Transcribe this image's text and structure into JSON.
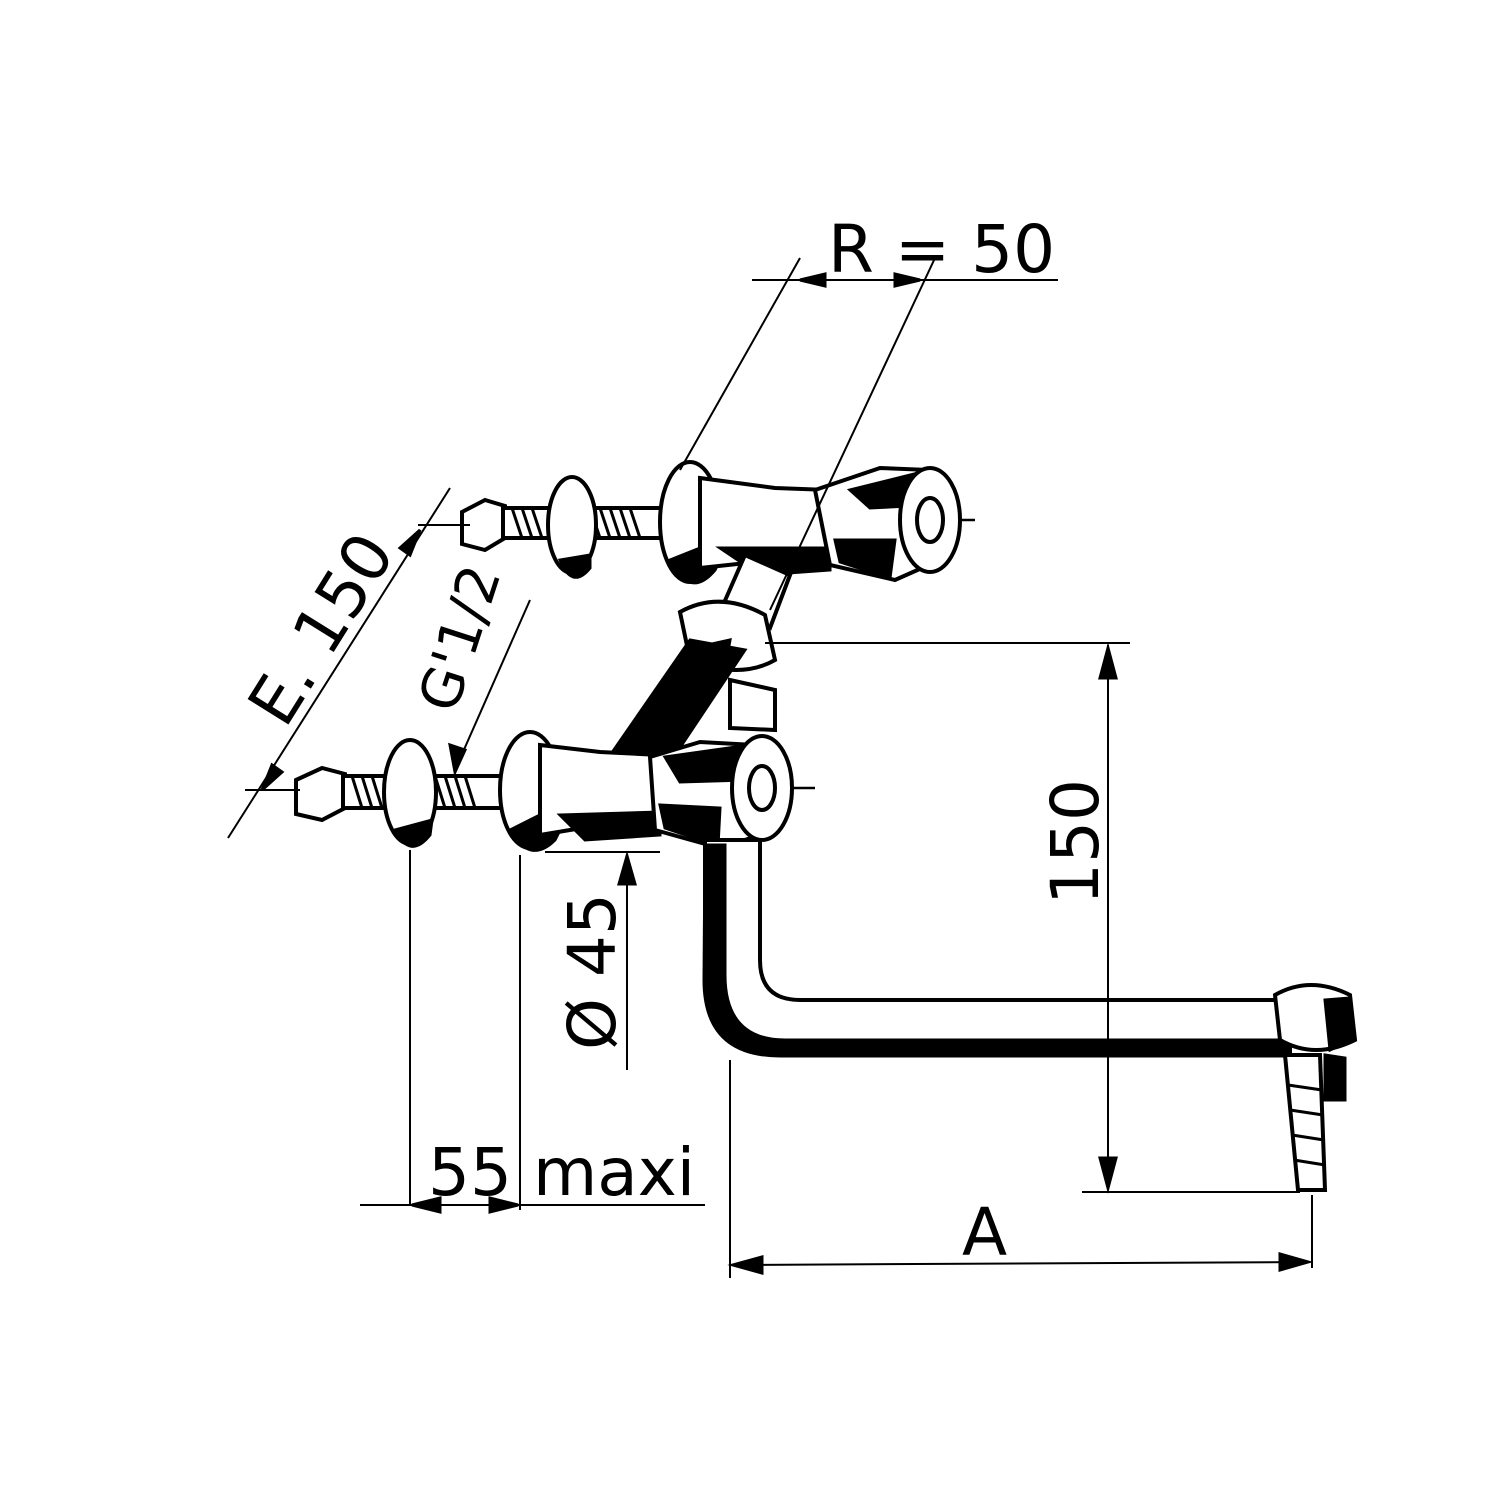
{
  "dimensions": {
    "radius": "R = 50",
    "center_distance": "E. 150",
    "thread": "G'1/2",
    "diameter": "Ø 45",
    "wall_depth": "55 maxi",
    "height": "150",
    "spout_reach": "A"
  }
}
